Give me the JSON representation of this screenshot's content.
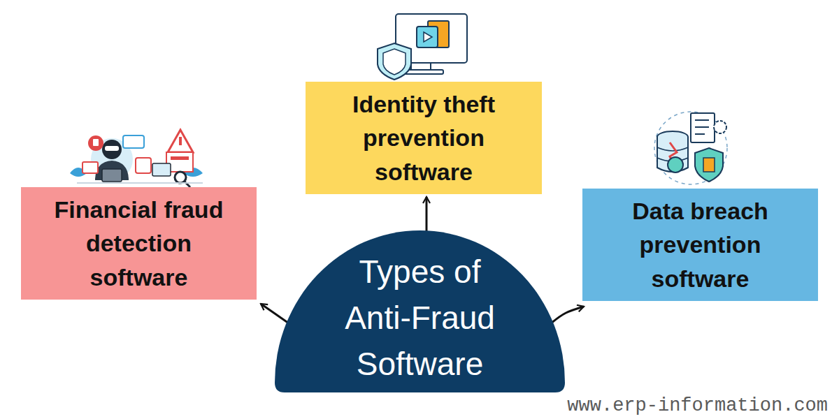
{
  "diagram": {
    "nodes": [
      {
        "text": [
          "Types of Anti-Fraud Software"
        ]
      },
      {
        "text": [
          "Financial fraud detection software"
        ]
      },
      {
        "text": [
          "Identity theft prevention software"
        ]
      },
      {
        "text": [
          "Data breach prevention software"
        ]
      }
    ],
    "edges": [
      {
        "from": 0,
        "to": 1,
        "arrow": "to"
      },
      {
        "from": 0,
        "to": 2,
        "arrow": "to"
      },
      {
        "from": 0,
        "to": 3,
        "arrow": "to"
      }
    ],
    "labels": [
      "www.erp-information.com"
    ]
  }
}
